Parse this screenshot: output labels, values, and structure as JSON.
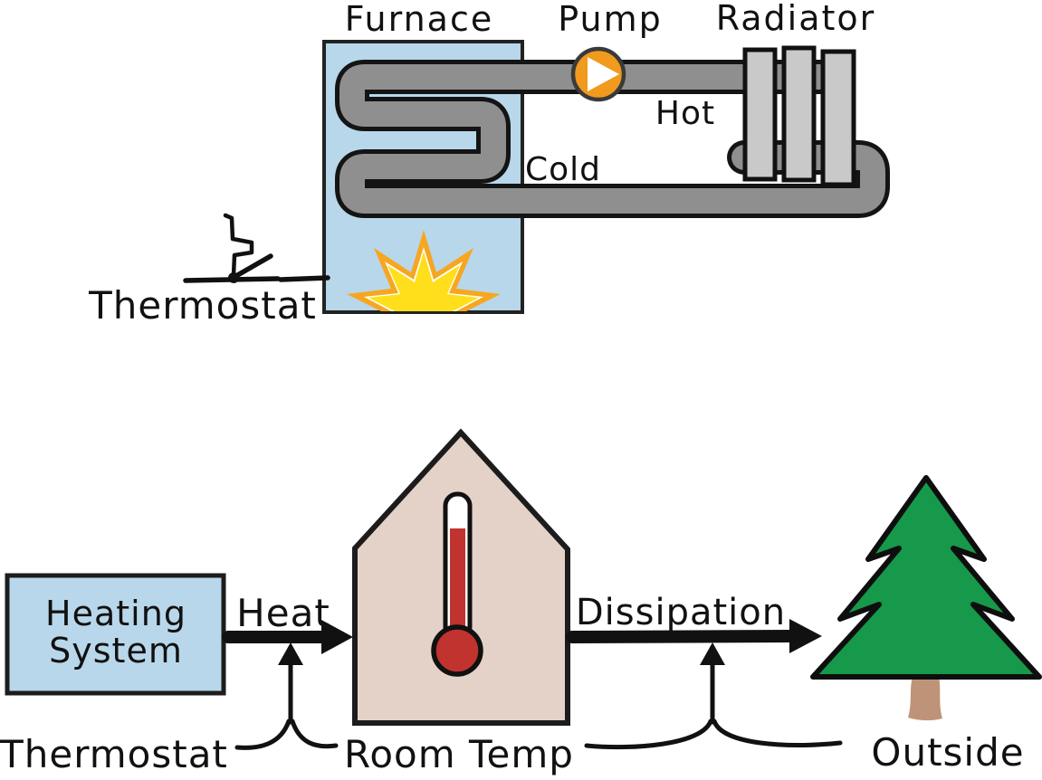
{
  "top_diagram": {
    "furnace_label": "Furnace",
    "pump_label": "Pump",
    "radiator_label": "Radiator",
    "hot_label": "Hot",
    "cold_label": "Cold",
    "thermostat_label": "Thermostat"
  },
  "bottom_diagram": {
    "heating_system_line1": "Heating",
    "heating_system_line2": "System",
    "heat_label": "Heat",
    "dissipation_label": "Dissipation",
    "thermostat_label": "Thermostat",
    "room_temp_label": "Room Temp",
    "outside_label": "Outside"
  },
  "colors": {
    "furnace_fill": "#b8d7ea",
    "heating_box_fill": "#b8d7ea",
    "pipe_gray": "#8f8f8f",
    "radiator_fill": "#c9c9c9",
    "pump_orange": "#f09a1e",
    "flame_orange": "#f7a61f",
    "flame_yellow": "#ffdf1b",
    "house_fill": "#e4d2c8",
    "thermometer_red": "#c0332f",
    "tree_green": "#16994a",
    "trunk_brown": "#bf9377",
    "ink": "#111111"
  }
}
